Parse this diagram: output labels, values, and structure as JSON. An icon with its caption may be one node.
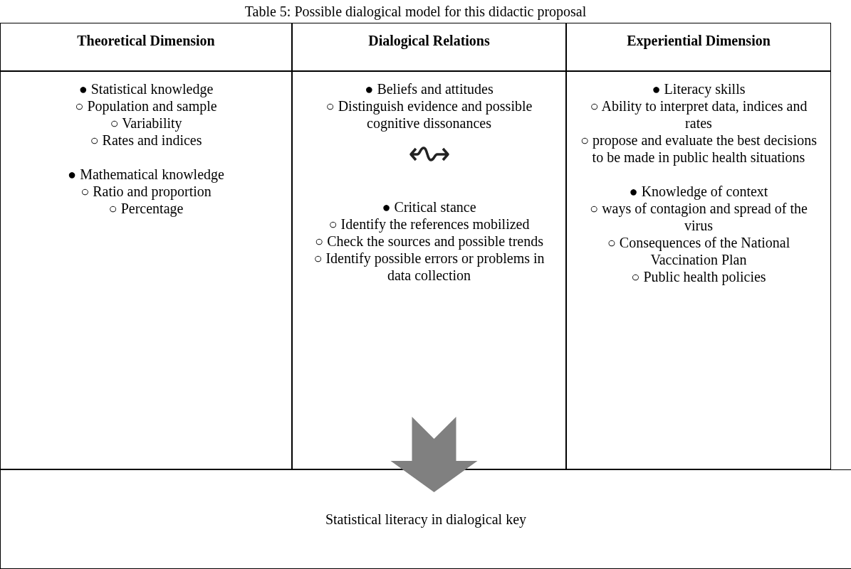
{
  "diagram": {
    "title": "Table 5: Possible dialogical model for this didactic proposal",
    "nodes": [
      {
        "text": [
          "Theoretical Dimension"
        ]
      },
      {
        "text": [
          "Dialogical Relations"
        ]
      },
      {
        "text": [
          "Experiential Dimension"
        ]
      },
      {
        "text": [
          "● Statistical knowledge",
          "○ Population and sample",
          "○ Variability",
          "○ Rates and indices",
          "● Mathematical knowledge",
          "○ Ratio and proportion",
          "○ Percentage"
        ]
      },
      {
        "text": [
          "● Beliefs and attitudes",
          "○ Distinguish evidence and possible cognitive dissonances",
          "● Critical stance",
          "○ Identify the references mobilized",
          "○ Check the sources and possible trends",
          "○ Identify possible errors or problems in data collection"
        ]
      },
      {
        "text": [
          "● Literacy skills",
          "○ Ability to interpret data, indices and rates",
          "○ propose and evaluate the best decisions to be made in public health situations",
          "● Knowledge of context",
          "○ ways of contagion and spread of the virus",
          "○ Consequences of the National Vaccination Plan",
          "○ Public health policies"
        ]
      },
      {
        "text": [
          "Statistical literacy in dialogical key"
        ]
      }
    ],
    "edges": [
      {
        "from": 4,
        "to": 6,
        "arrow": "to",
        "color": "#808080"
      }
    ]
  }
}
